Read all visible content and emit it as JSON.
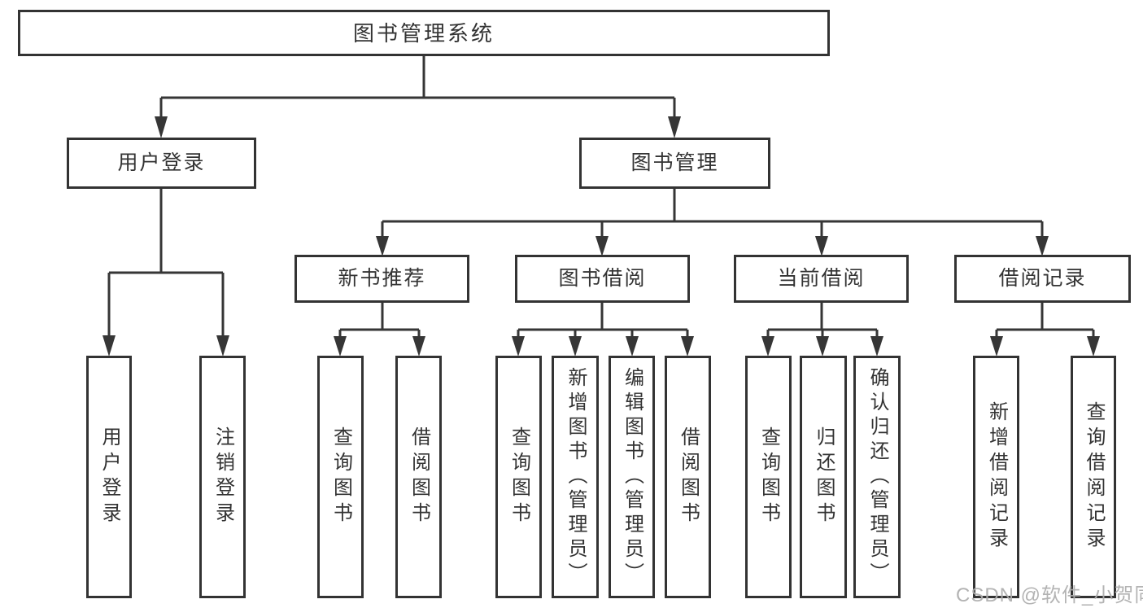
{
  "diagram": {
    "title_node": {
      "label": "图书管理系统"
    },
    "level2": [
      {
        "label": "用户登录"
      },
      {
        "label": "图书管理"
      }
    ],
    "level3": [
      {
        "label": "新书推荐",
        "parent": "图书管理"
      },
      {
        "label": "图书借阅",
        "parent": "图书管理"
      },
      {
        "label": "当前借阅",
        "parent": "图书管理"
      },
      {
        "label": "借阅记录",
        "parent": "图书管理"
      }
    ],
    "leaves": [
      {
        "label": "用户登录",
        "parent": "用户登录"
      },
      {
        "label": "注销登录",
        "parent": "用户登录"
      },
      {
        "label": "查询图书",
        "parent": "新书推荐"
      },
      {
        "label": "借阅图书",
        "parent": "新书推荐"
      },
      {
        "label": "查询图书",
        "parent": "图书借阅"
      },
      {
        "label": "新增图书（管理员）",
        "parent": "图书借阅"
      },
      {
        "label": "编辑图书（管理员）",
        "parent": "图书借阅"
      },
      {
        "label": "借阅图书",
        "parent": "图书借阅"
      },
      {
        "label": "查询图书",
        "parent": "当前借阅"
      },
      {
        "label": "归还图书",
        "parent": "当前借阅"
      },
      {
        "label": "确认归还（管理员）",
        "parent": "当前借阅"
      },
      {
        "label": "新增借阅记录",
        "parent": "借阅记录"
      },
      {
        "label": "查询借阅记录",
        "parent": "借阅记录"
      }
    ]
  },
  "watermark": {
    "text": "CSDN @软件_小贺同学"
  },
  "colors": {
    "line": "#363636",
    "border": "#333333",
    "text": "#333333",
    "background": "#ffffff",
    "watermark": "#acacac"
  }
}
